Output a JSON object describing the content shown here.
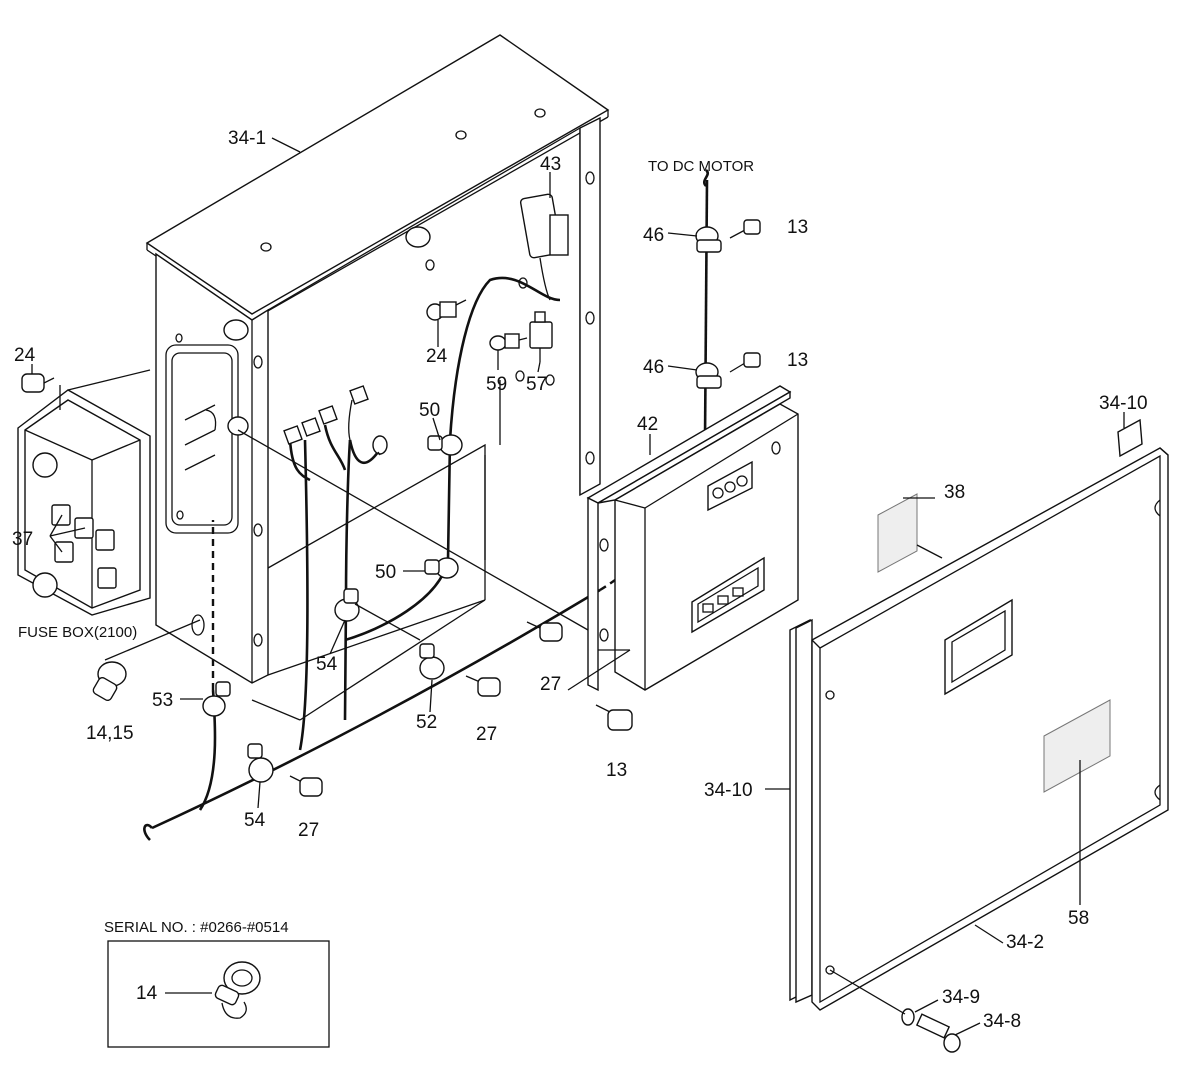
{
  "labels": {
    "l34_1": "34-1",
    "l43": "43",
    "l24_top": "24",
    "l59": "59",
    "l57": "57",
    "l50_a": "50",
    "l50_b": "50",
    "l54_a": "54",
    "l54_b": "54",
    "l53": "53",
    "l52": "52",
    "l27_a": "27",
    "l27_b": "27",
    "l27_c": "27",
    "l13_a": "13",
    "l13_b": "13",
    "l13_c": "13",
    "l46_a": "46",
    "l46_b": "46",
    "l42": "42",
    "l38": "38",
    "l34_10_a": "34-10",
    "l34_10_b": "34-10",
    "l58": "58",
    "l34_2": "34-2",
    "l34_9": "34-9",
    "l34_8": "34-8",
    "l24_left": "24",
    "l37": "37",
    "l14_15": "14,15",
    "l14_inset": "14",
    "to_dc_motor": "TO DC MOTOR",
    "fuse_box": "FUSE BOX(2100)",
    "serial_no": "SERIAL NO. : #0266-#0514"
  }
}
